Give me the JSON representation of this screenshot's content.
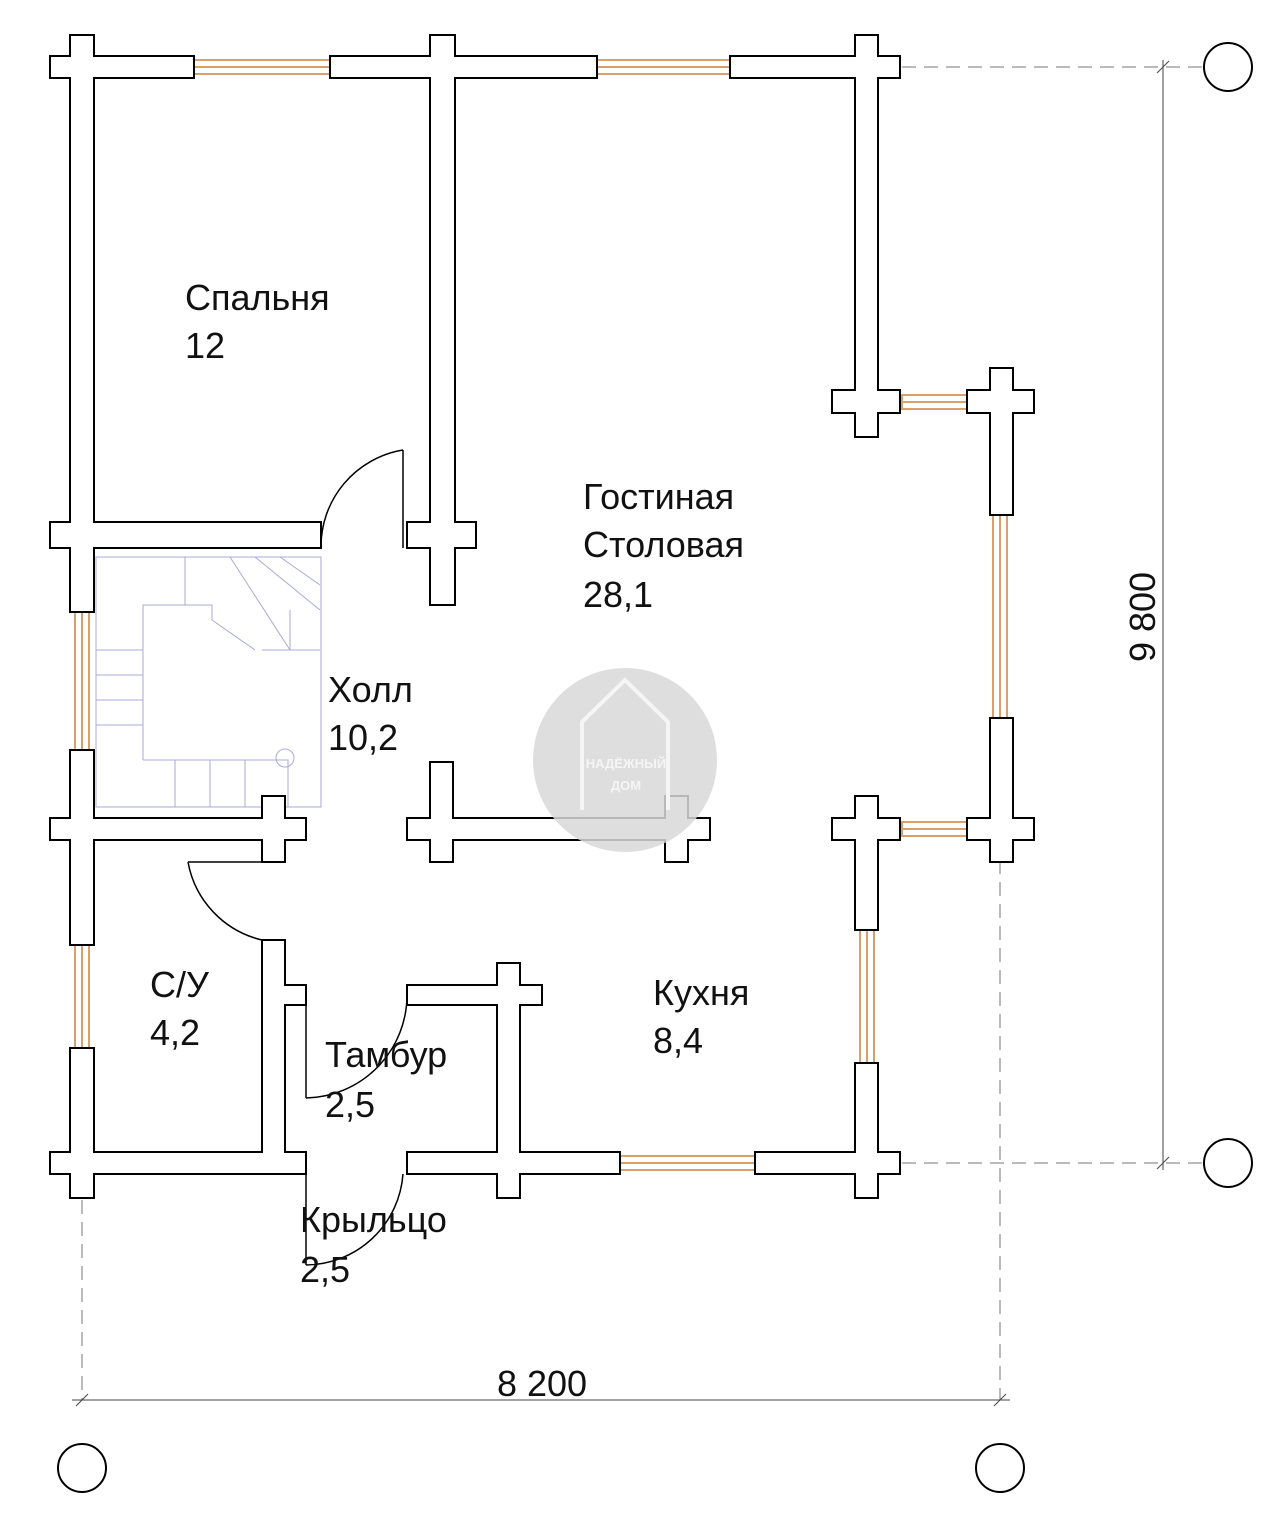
{
  "rooms": [
    {
      "id": "bedroom",
      "name": "Спальня",
      "area": "12"
    },
    {
      "id": "living",
      "name": "Гостиная",
      "name2": "Столовая",
      "area": "28,1"
    },
    {
      "id": "hall",
      "name": "Холл",
      "area": "10,2"
    },
    {
      "id": "bath",
      "name": "С/У",
      "area": "4,2"
    },
    {
      "id": "vestibule",
      "name": "Тамбур",
      "area": "2,5"
    },
    {
      "id": "kitchen",
      "name": "Кухня",
      "area": "8,4"
    },
    {
      "id": "porch",
      "name": "Крыльцо",
      "area": "2,5"
    }
  ],
  "dimensions": {
    "width": "8 200",
    "height": "9 800"
  },
  "logo": {
    "line1": "НАДЁЖНЫЙ",
    "line2": "ДОМ"
  }
}
